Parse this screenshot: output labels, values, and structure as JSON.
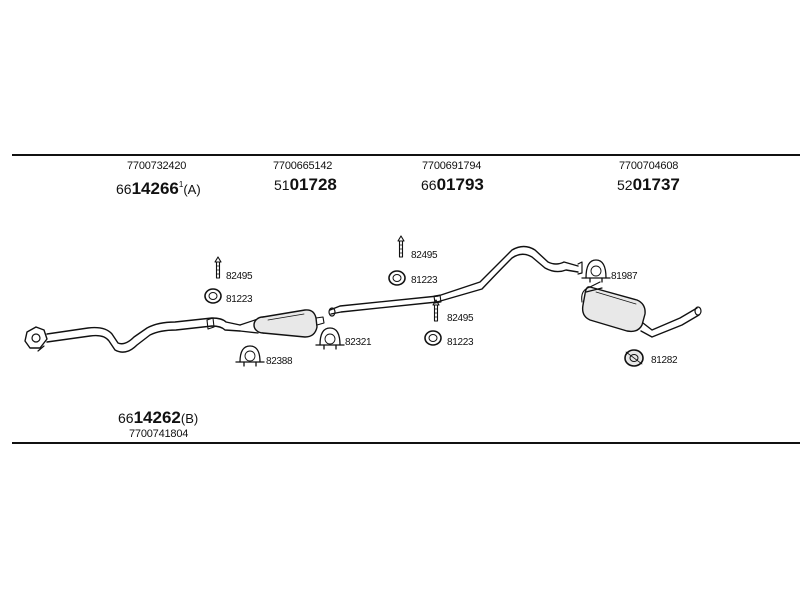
{
  "top_labels": [
    {
      "oem": "7700732420",
      "prefix": "66",
      "main": "14266",
      "mark": "1",
      "suffix": "(A)"
    },
    {
      "oem": "7700665142",
      "prefix": "51",
      "main": "01728",
      "mark": "",
      "suffix": ""
    },
    {
      "oem": "7700691794",
      "prefix": "66",
      "main": "01793",
      "mark": "",
      "suffix": ""
    },
    {
      "oem": "7700704608",
      "prefix": "52",
      "main": "01737",
      "mark": "",
      "suffix": ""
    }
  ],
  "bottom_label": {
    "prefix": "66",
    "main": "14262",
    "suffix": "(B)",
    "oem": "7700741804"
  },
  "part_labels": {
    "bolt_a": "82495",
    "ring_a": "81223",
    "clamp_a": "82388",
    "clamp_b": "82321",
    "bolt_b": "82495",
    "ring_b": "81223",
    "bolt_c": "82495",
    "ring_c": "81223",
    "clamp_c": "81987",
    "mount_d": "81282"
  },
  "colors": {
    "ink": "#111111",
    "paper": "#ffffff",
    "fill": "#e8e8e8"
  }
}
